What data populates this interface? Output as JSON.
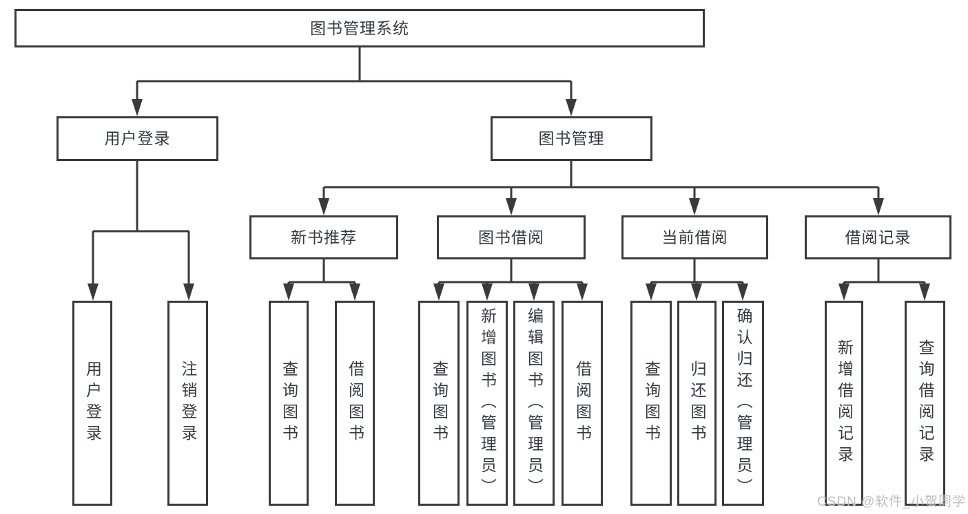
{
  "colors": {
    "line": "#3a3a3a",
    "text": "#333a42",
    "background": "#ffffff",
    "watermark": "#bababa"
  },
  "watermark": {
    "text": "CSDN @软件_小贺同学"
  },
  "tree": {
    "root": {
      "label": "图书管理系统"
    },
    "children": [
      {
        "label": "用户登录",
        "children": [
          {
            "label": "用户登录"
          },
          {
            "label": "注销登录"
          }
        ]
      },
      {
        "label": "图书管理",
        "children": [
          {
            "label": "新书推荐",
            "children": [
              {
                "label": "查询图书"
              },
              {
                "label": "借阅图书"
              }
            ]
          },
          {
            "label": "图书借阅",
            "children": [
              {
                "label": "查询图书"
              },
              {
                "label": "新增图书（管理员）"
              },
              {
                "label": "编辑图书（管理员）"
              },
              {
                "label": "借阅图书"
              }
            ]
          },
          {
            "label": "当前借阅",
            "children": [
              {
                "label": "查询图书"
              },
              {
                "label": "归还图书"
              },
              {
                "label": "确认归还（管理员）"
              }
            ]
          },
          {
            "label": "借阅记录",
            "children": [
              {
                "label": "新增借阅记录"
              },
              {
                "label": "查询借阅记录"
              }
            ]
          }
        ]
      }
    ]
  }
}
